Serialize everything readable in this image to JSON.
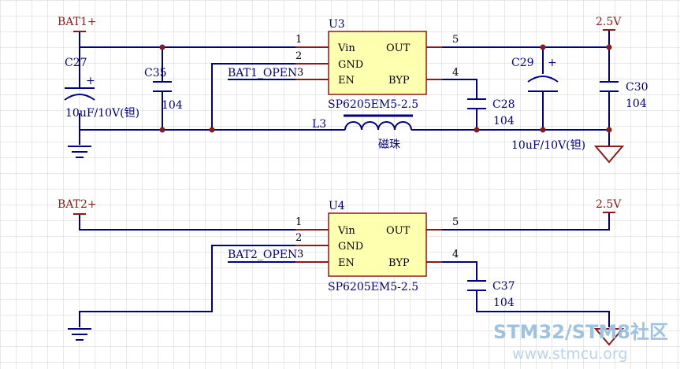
{
  "circuit1": {
    "input_net": "BAT1+",
    "output_net": "2.5V",
    "enable_net": "BAT1_OPEN",
    "ic": {
      "ref": "U3",
      "part": "SP6205EM5-2.5",
      "pin_vin": "Vin",
      "pin_gnd": "GND",
      "pin_en": "EN",
      "pin_out": "OUT",
      "pin_byp": "BYP",
      "num_vin": "1",
      "num_gnd": "2",
      "num_en": "3",
      "num_out": "5",
      "num_byp": "4"
    },
    "c27": {
      "ref": "C27",
      "value": "10uF/10V(钽)",
      "polarity": "+"
    },
    "c35": {
      "ref": "C35",
      "value": "104"
    },
    "c28": {
      "ref": "C28",
      "value": "104"
    },
    "c29": {
      "ref": "C29",
      "value": "10uF/10V(钽)",
      "polarity": "+"
    },
    "c30": {
      "ref": "C30",
      "value": "104"
    },
    "l3": {
      "ref": "L3",
      "value": "磁珠"
    }
  },
  "circuit2": {
    "input_net": "BAT2+",
    "output_net": "2.5V",
    "enable_net": "BAT2_OPEN",
    "ic": {
      "ref": "U4",
      "part": "SP6205EM5-2.5",
      "pin_vin": "Vin",
      "pin_gnd": "GND",
      "pin_en": "EN",
      "pin_out": "OUT",
      "pin_byp": "BYP",
      "num_vin": "1",
      "num_gnd": "2",
      "num_en": "3",
      "num_out": "5",
      "num_byp": "4"
    },
    "c37": {
      "ref": "C37",
      "value": "104"
    }
  },
  "watermark": {
    "line1": "STM32/STM8社区",
    "line2": "www.stmcu.org"
  },
  "colors": {
    "wire": "#000080",
    "net_label": "#8b1a1a",
    "ic_fill": "#ffffb0",
    "pin_stub": "#8b1a1a",
    "junction": "#8b1a1a",
    "grid": "#d2d2d2"
  }
}
